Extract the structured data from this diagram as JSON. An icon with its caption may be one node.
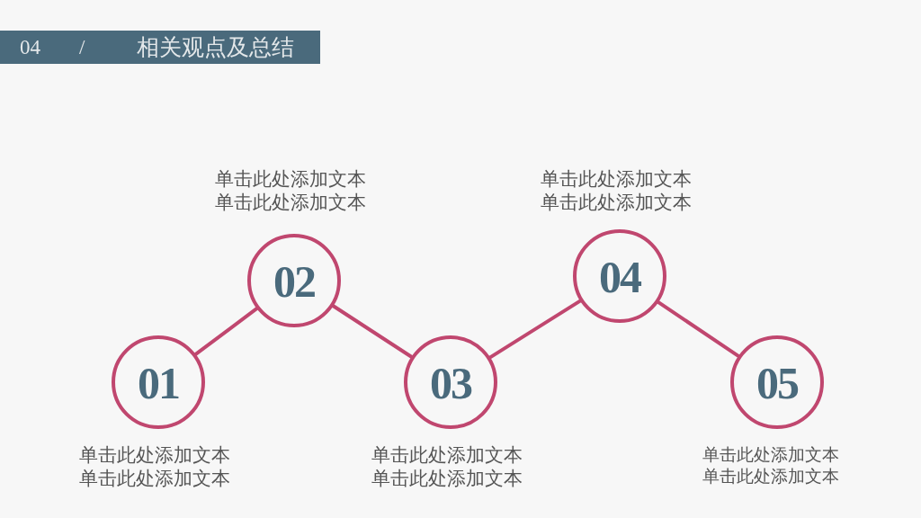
{
  "diagram": {
    "title": "相关观点及总结",
    "nodes": [
      {
        "text": [
          "01"
        ],
        "beside": [
          "单击此处添加文本单击此处添加文本"
        ]
      },
      {
        "text": [
          "02"
        ],
        "beside": [
          "单击此处添加文本单击此处添加文本"
        ]
      },
      {
        "text": [
          "03"
        ],
        "beside": [
          "单击此处添加文本单击此处添加文本"
        ]
      },
      {
        "text": [
          "04"
        ],
        "beside": [
          "单击此处添加文本单击此处添加文本"
        ]
      },
      {
        "text": [
          "05"
        ],
        "beside": [
          "单击此处添加文本单击此处添加文本"
        ]
      }
    ],
    "edges": [
      {
        "from": 0,
        "to": 1,
        "arrow": "none"
      },
      {
        "from": 1,
        "to": 2,
        "arrow": "none"
      },
      {
        "from": 2,
        "to": 3,
        "arrow": "none"
      },
      {
        "from": 3,
        "to": 4,
        "arrow": "none"
      }
    ],
    "labels": [
      "04",
      "/"
    ]
  }
}
